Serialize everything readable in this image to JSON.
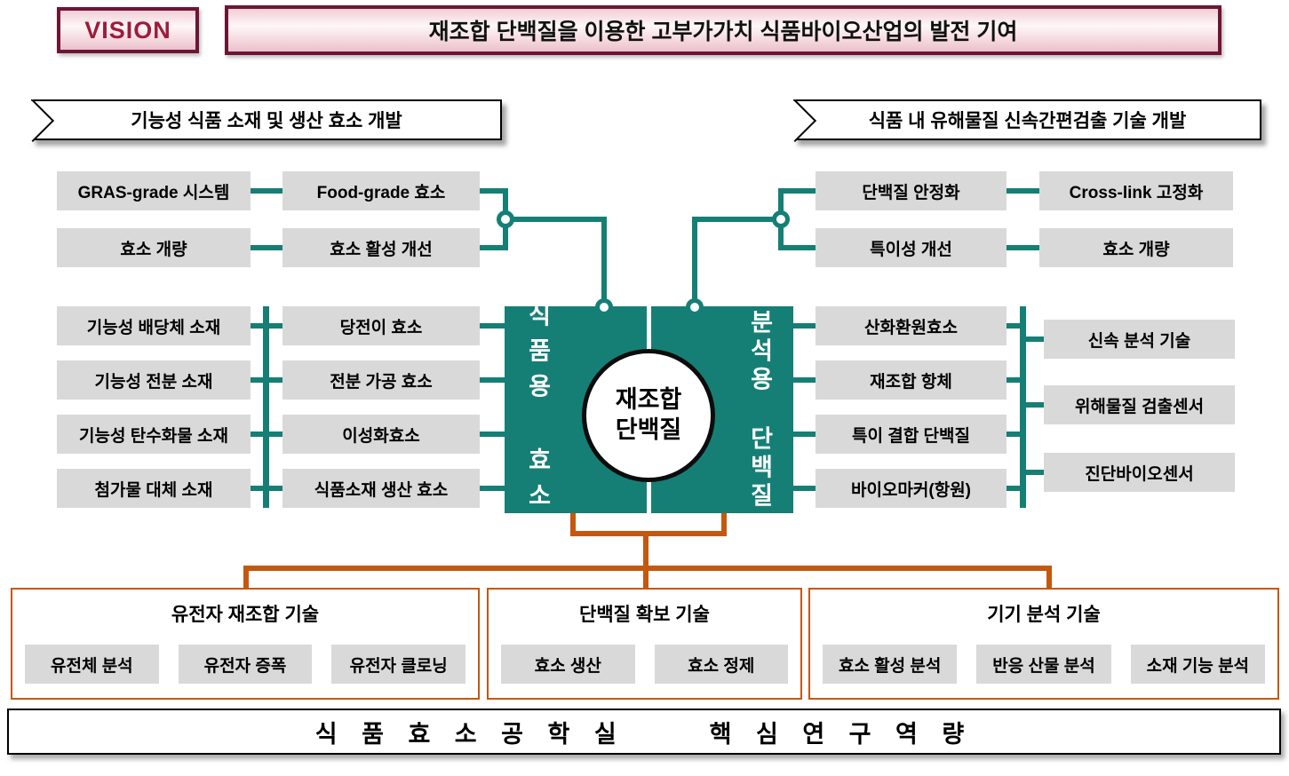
{
  "colors": {
    "teal": "#157F76",
    "orange": "#C4580F",
    "maroon": "#6E1537",
    "gray_box": "#D9D9D9",
    "vision_text": "#9E1B3B"
  },
  "header": {
    "vision_label": "VISION",
    "title": "재조합 단백질을 이용한 고부가가치 식품바이오산업의 발전 기여"
  },
  "left_section": {
    "header": "기능성 식품 소재 및 생산 효소 개발",
    "top_left": [
      "GRAS-grade 시스템",
      "효소 개량"
    ],
    "top_right": [
      "Food-grade 효소",
      "효소 활성 개선"
    ],
    "outer_items": [
      "기능성 배당체 소재",
      "기능성 전분 소재",
      "기능성 탄수화물 소재",
      "첨가물 대체 소재"
    ],
    "inner_items": [
      "당전이 효소",
      "전분 가공 효소",
      "이성화효소",
      "식품소재 생산 효소"
    ]
  },
  "right_section": {
    "header": "식품 내 유해물질 신속간편검출 기술 개발",
    "top_left": [
      "단백질 안정화",
      "특이성 개선"
    ],
    "top_right": [
      "Cross-link 고정화",
      "효소 개량"
    ],
    "inner_items": [
      "산화환원효소",
      "재조합 항체",
      "특이 결합 단백질",
      "바이오마커(항원)"
    ],
    "outer_items": [
      "신속 분석 기술",
      "위해물질 검출센서",
      "진단바이오센서"
    ]
  },
  "center": {
    "left_pillar": "식품용 효소",
    "right_pillar": "분석용 단백질",
    "core_line1": "재조합",
    "core_line2": "단백질"
  },
  "bottom_groups": [
    {
      "title": "유전자 재조합 기술",
      "items": [
        "유전체 분석",
        "유전자 증폭",
        "유전자 클로닝"
      ]
    },
    {
      "title": "단백질 확보 기술",
      "items": [
        "효소 생산",
        "효소 정제"
      ]
    },
    {
      "title": "기기 분석 기술",
      "items": [
        "효소 활성 분석",
        "반응 산물 분석",
        "소재 기능 분석"
      ]
    }
  ],
  "footer": {
    "left_text": "식 품 효 소 공 학 실",
    "right_text": "핵 심 연 구 역 량"
  }
}
